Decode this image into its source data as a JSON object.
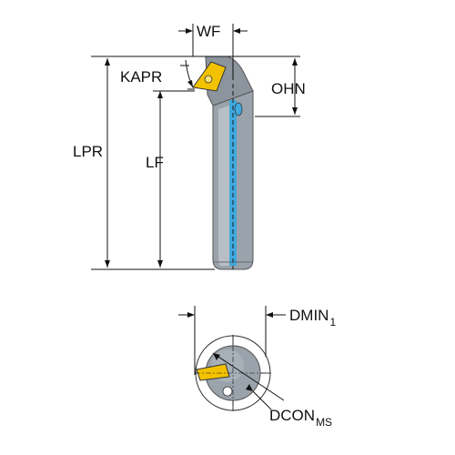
{
  "labels": {
    "wf": "WF",
    "kapr": "KAPR",
    "ohn": "OHN",
    "lpr": "LPR",
    "lf": "LF",
    "dmin_base": "DMIN",
    "dmin_sub": "1",
    "dcon_base": "DCON",
    "dcon_sub": "MS"
  },
  "colors": {
    "shank": "#9aa2ab",
    "shank_dark": "#6f7780",
    "shank_light": "#c4cad0",
    "insert": "#f2c200",
    "coolant": "#3fa9e0",
    "line": "#111111"
  }
}
